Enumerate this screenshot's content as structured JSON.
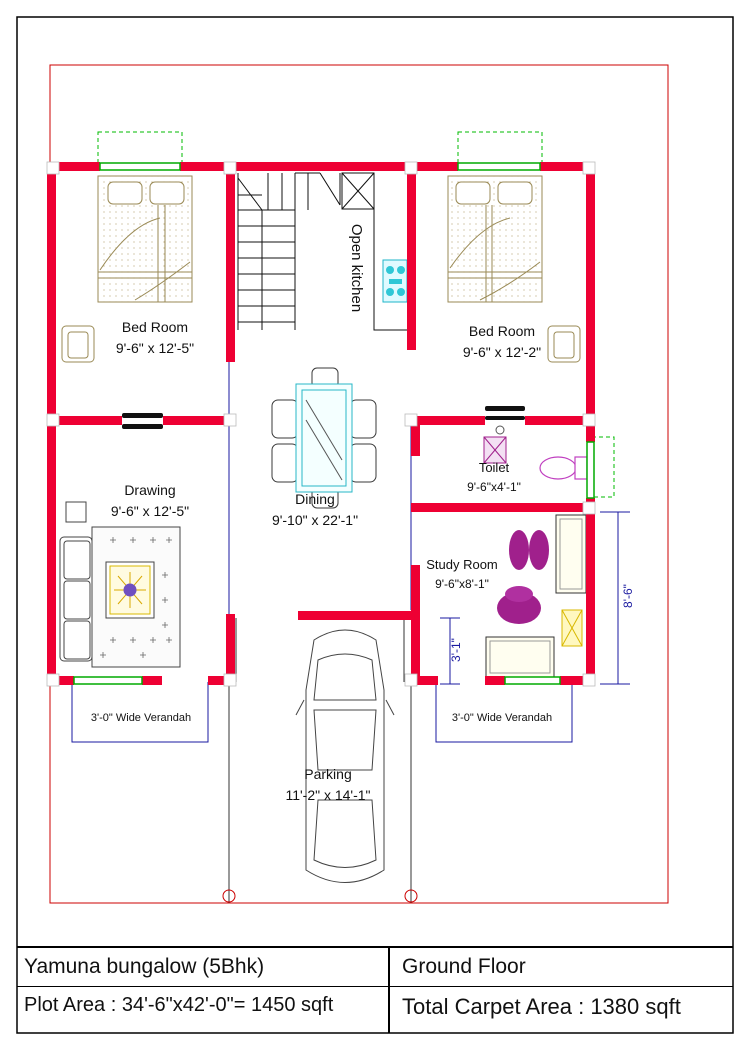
{
  "rooms": {
    "bed_left": {
      "name": "Bed Room",
      "size": "9'-6\" x 12'-5\""
    },
    "bed_right": {
      "name": "Bed Room",
      "size": "9'-6\" x 12'-2\""
    },
    "kitchen": {
      "name": "Open kitchen"
    },
    "drawing": {
      "name": "Drawing",
      "size": "9'-6\" x 12'-5\""
    },
    "dining": {
      "name": "Dining",
      "size": "9'-10\" x 22'-1\""
    },
    "toilet": {
      "name": "Toilet",
      "size": "9'-6\"x4'-1\""
    },
    "study": {
      "name": "Study Room",
      "size": "9'-6\"x8'-1\""
    },
    "parking": {
      "name": "Parking",
      "size": "11'-2\" x 14'-1\""
    },
    "verandah_left": {
      "name": "3'-0\" Wide Verandah"
    },
    "verandah_right": {
      "name": "3'-0\" Wide Verandah"
    }
  },
  "dimensions": {
    "study_height": "8'-6\"",
    "study_side": "3'-1\""
  },
  "title_block": {
    "project": "Yamuna bungalow (5Bhk)",
    "plot_area": "Plot Area : 34'-6\"x42'-0\"= 1450 sqft",
    "floor": "Ground Floor",
    "carpet_area": "Total Carpet Area : 1380 sqft"
  },
  "colors": {
    "wall": "#ee0033",
    "plot_boundary": "#cc0000",
    "window": "#00aa00",
    "dimension": "#1a1aa0",
    "furniture_purple": "#a0208c",
    "bed_outline": "#9a8a55"
  }
}
